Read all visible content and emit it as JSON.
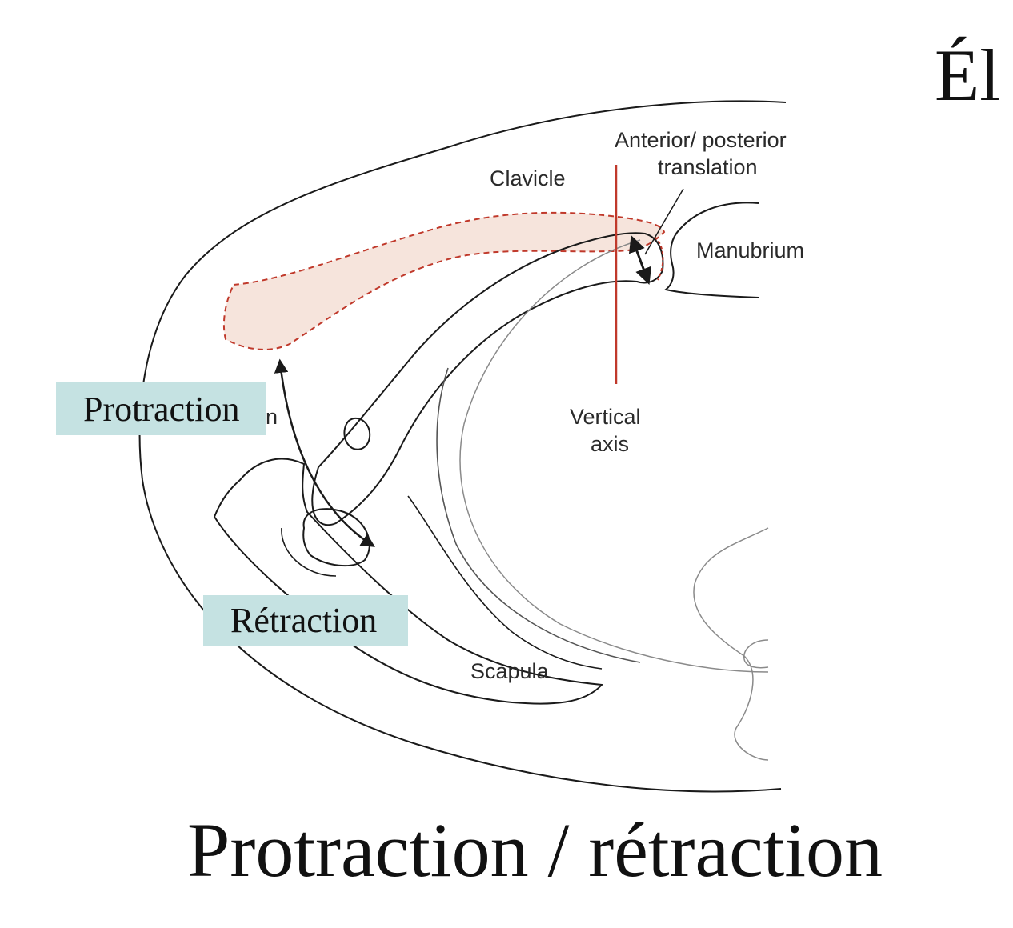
{
  "slide": {
    "corner_title": "Él",
    "main_title": "Protraction / rétraction"
  },
  "tags": {
    "protraction": "Protraction",
    "retraction": "Rétraction"
  },
  "diagram": {
    "labels": {
      "clavicle": "Clavicle",
      "translation_line1": "Anterior/ posterior",
      "translation_line2": "translation",
      "manubrium": "Manubrium",
      "vertical_axis_line1": "Vertical",
      "vertical_axis_line2": "axis",
      "scapula": "Scapula",
      "hidden_letter": "n"
    },
    "colors": {
      "outline": "#1a1a1a",
      "axis": "#c0392b",
      "shaded_clavicle_fill": "#f6e4dc",
      "shaded_clavicle_stroke": "#c0392b",
      "tag_background": "#c5e2e2"
    }
  }
}
